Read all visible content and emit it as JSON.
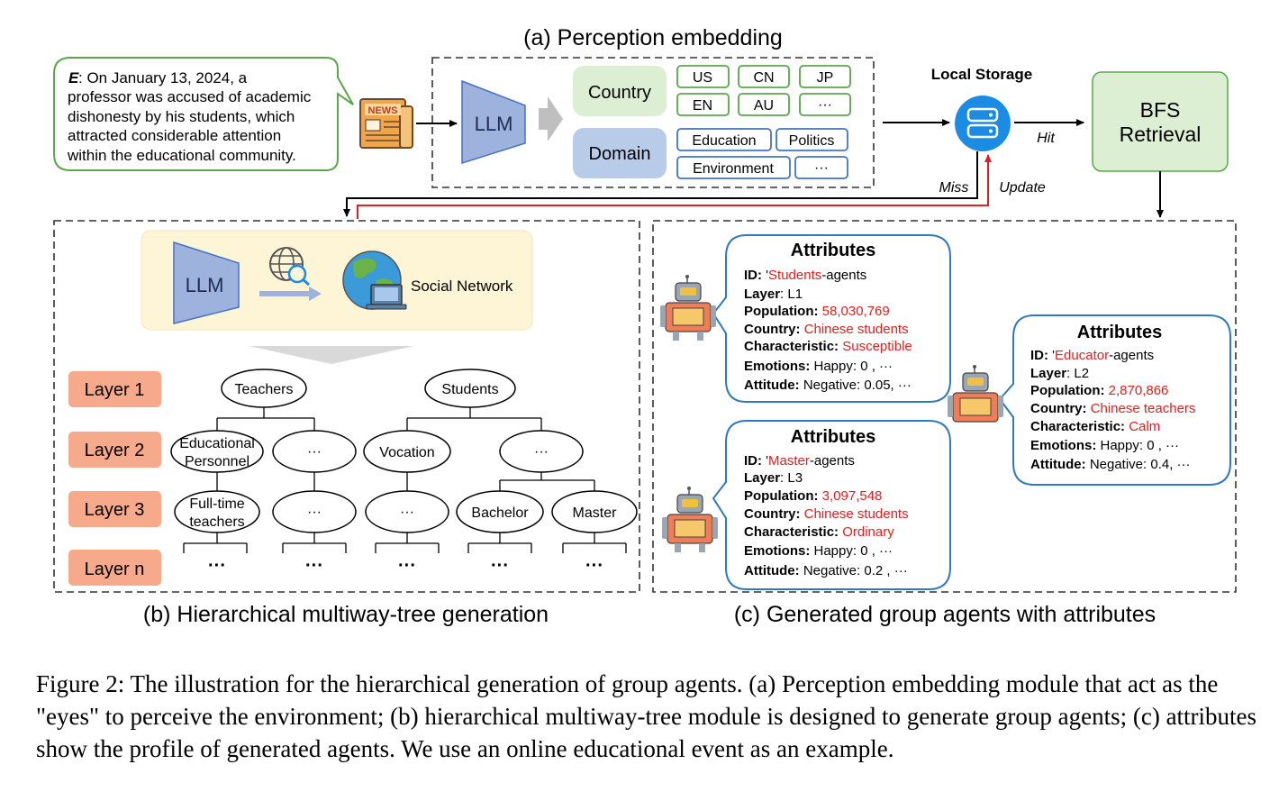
{
  "colors": {
    "green_fill": "#ddefd3",
    "green_stroke": "#5aa64a",
    "blue_fill": "#b8cbe8",
    "blue_stroke": "#4472c4",
    "llm_fill": "#9db3de",
    "layer_fill": "#f6a98b",
    "yellow_fill": "#fdf5d6",
    "storage_blue": "#1a8ce3",
    "red": "#e02020",
    "attr_border": "#2f79c2"
  },
  "section_a": {
    "title": "(a) Perception embedding",
    "event_label": "E",
    "event_text_lines": [
      ": On January 13, 2024, a",
      "professor was accused of academic",
      "dishonesty by his students, which",
      "attracted considerable attention",
      "within the educational community."
    ],
    "news_icon_label": "NEWS",
    "llm_label": "LLM",
    "country_label": "Country",
    "country_tags": [
      "US",
      "CN",
      "JP",
      "EN",
      "AU",
      "···"
    ],
    "domain_label": "Domain",
    "domain_tags": [
      "Education",
      "Politics",
      "Environment",
      "···"
    ],
    "storage_label": "Local Storage",
    "hit_label": "Hit",
    "miss_label": "Miss",
    "update_label": "Update",
    "bfs_label_lines": [
      "BFS",
      "Retrieval"
    ]
  },
  "section_b": {
    "title": "(b) Hierarchical multiway-tree generation",
    "llm_label": "LLM",
    "social_network_label": "Social Network",
    "layers": [
      "Layer 1",
      "Layer 2",
      "Layer 3",
      "Layer n"
    ],
    "nodes": {
      "teachers": "Teachers",
      "students": "Students",
      "educational_personnel": [
        "Educational",
        "Personnel"
      ],
      "vocation": "Vocation",
      "full_time_teachers": [
        "Full-time",
        "teachers"
      ],
      "bachelor": "Bachelor",
      "master": "Master",
      "ellipsis": "···",
      "leaf_dots": "···"
    }
  },
  "section_c": {
    "title": "(c) Generated group agents with attributes",
    "cards": [
      {
        "heading": "Attributes",
        "rows": [
          {
            "key": "ID:",
            "pre": " '",
            "red": "Students",
            "post": "-agents"
          },
          {
            "key": "Layer",
            "pre": ": L1",
            "red": "",
            "post": ""
          },
          {
            "key": "Population:",
            "pre": " ",
            "red": "58,030,769",
            "post": ""
          },
          {
            "key": "Country:",
            "pre": " ",
            "red": "Chinese students",
            "post": ""
          },
          {
            "key": "Characteristic:",
            "pre": " ",
            "red": "Susceptible",
            "post": ""
          },
          {
            "key": "Emotions:",
            "pre": " Happy: 0 , ···",
            "red": "",
            "post": ""
          },
          {
            "key": "Attitude:",
            "pre": " Negative: 0.05, ···",
            "red": "",
            "post": ""
          }
        ]
      },
      {
        "heading": "Attributes",
        "rows": [
          {
            "key": "ID:",
            "pre": " '",
            "red": "Master",
            "post": "-agents"
          },
          {
            "key": "Layer",
            "pre": ": L3",
            "red": "",
            "post": ""
          },
          {
            "key": "Population:",
            "pre": " ",
            "red": "3,097,548",
            "post": ""
          },
          {
            "key": "Country:",
            "pre": " ",
            "red": "Chinese students",
            "post": ""
          },
          {
            "key": "Characteristic:",
            "pre": " ",
            "red": "Ordinary",
            "post": ""
          },
          {
            "key": "Emotions:",
            "pre": " Happy: 0 , ···",
            "red": "",
            "post": ""
          },
          {
            "key": "Attitude:",
            "pre": " Negative: 0.2 , ···",
            "red": "",
            "post": ""
          }
        ]
      },
      {
        "heading": "Attributes",
        "rows": [
          {
            "key": "ID:",
            "pre": " '",
            "red": "Educator",
            "post": "-agents"
          },
          {
            "key": "Layer",
            "pre": ": L2",
            "red": "",
            "post": ""
          },
          {
            "key": "Population:",
            "pre": " ",
            "red": "2,870,866",
            "post": ""
          },
          {
            "key": "Country:",
            "pre": " ",
            "red": "Chinese teachers",
            "post": ""
          },
          {
            "key": "Characteristic:",
            "pre": " ",
            "red": "Calm",
            "post": ""
          },
          {
            "key": "Emotions:",
            "pre": " Happy: 0 , ···",
            "red": "",
            "post": ""
          },
          {
            "key": "Attitude:",
            "pre": " Negative: 0.4, ···",
            "red": "",
            "post": ""
          }
        ]
      }
    ]
  },
  "caption": "Figure 2: The illustration for the hierarchical generation of group agents. (a) Perception embedding module that act as the \"eyes\" to perceive the environment; (b) hierarchical multiway-tree module is designed to generate group agents; (c) attributes show the profile of generated agents. We use an online educational event as an example."
}
